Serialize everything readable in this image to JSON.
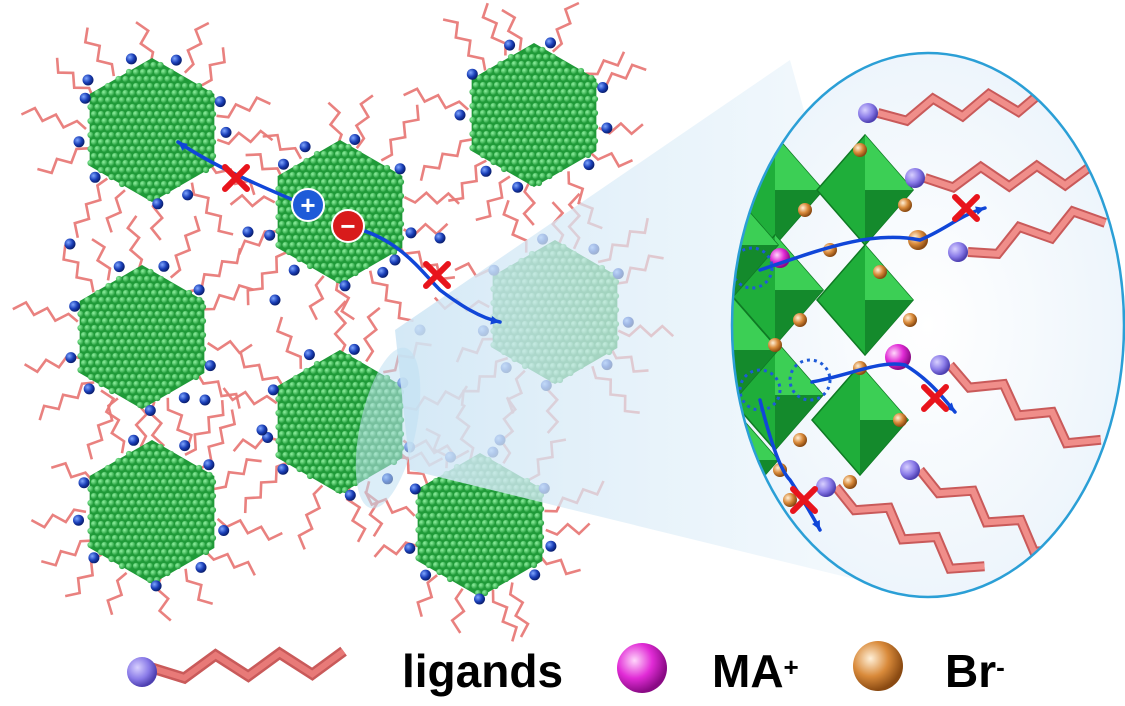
{
  "figure": {
    "background": "#ffffff",
    "crystal_color": "#2fb54a",
    "crystal_highlight": "#5fe07a",
    "ligand_color": "#e87a78",
    "ligand_head_color": "#1a3fb8",
    "arrow_color": "#1046d8",
    "block_color": "#e8141c",
    "zoom_fill": "#bfe0f2",
    "zoom_border": "#2b9fd6"
  },
  "charges": {
    "positive": "+",
    "negative": "−"
  },
  "legend": {
    "ligands": {
      "label": "ligands",
      "head_color": "#8a7be8",
      "tail_color": "#e87a78"
    },
    "ma": {
      "label": "MA",
      "charge": "+",
      "color": "#e12bd6"
    },
    "br": {
      "label": "Br",
      "charge": "-",
      "color": "#d98a3a"
    }
  }
}
